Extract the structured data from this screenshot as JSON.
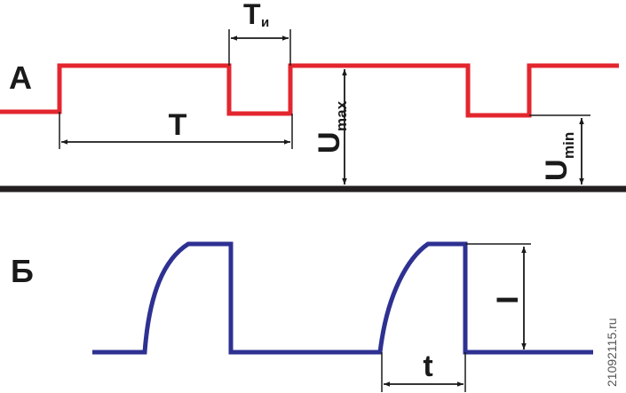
{
  "panels": {
    "a": {
      "label": "А",
      "period_label": "T",
      "pulse_label_main": "T",
      "pulse_label_sub": "и",
      "umax_main": "U",
      "umax_sub": "max",
      "umin_main": "U",
      "umin_sub": "min"
    },
    "b": {
      "label": "Б",
      "current_label": "I",
      "time_label": "t"
    }
  },
  "watermark": "21092115.ru",
  "colors": {
    "signal_a": "#e3262e",
    "signal_b": "#2e3192",
    "ground": "#231f20",
    "dimension": "#1a1a1a",
    "text": "#1a1a1a"
  }
}
